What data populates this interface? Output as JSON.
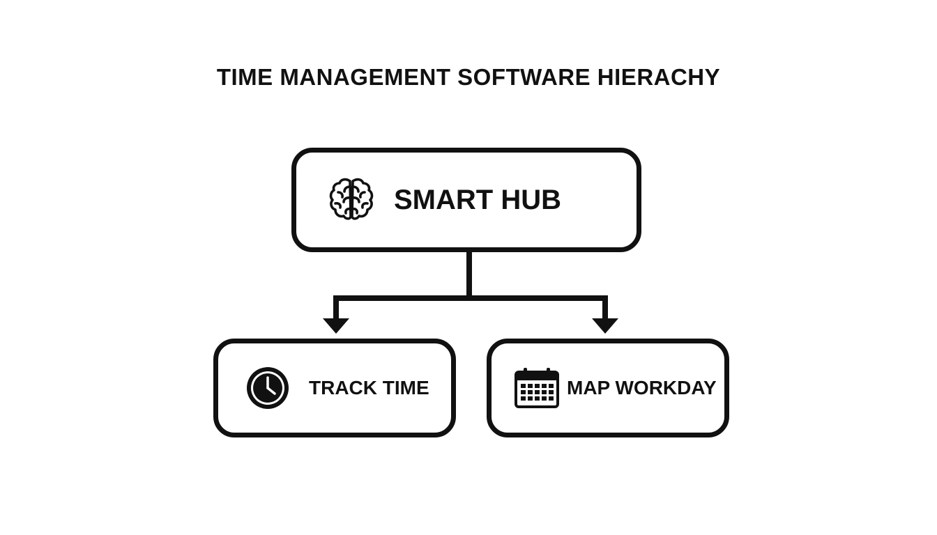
{
  "title": "TIME MANAGEMENT SOFTWARE HIERACHY",
  "nodes": {
    "hub": {
      "label": "SMART HUB",
      "icon": "brain-icon"
    },
    "track": {
      "label": "TRACK TIME",
      "icon": "clock-icon"
    },
    "map": {
      "label": "MAP WORKDAY",
      "icon": "calendar-icon"
    }
  },
  "edges": [
    {
      "from": "SMART HUB",
      "to": "TRACK TIME"
    },
    {
      "from": "SMART HUB",
      "to": "MAP WORKDAY"
    }
  ],
  "colors": {
    "stroke": "#111111",
    "background": "#ffffff"
  }
}
